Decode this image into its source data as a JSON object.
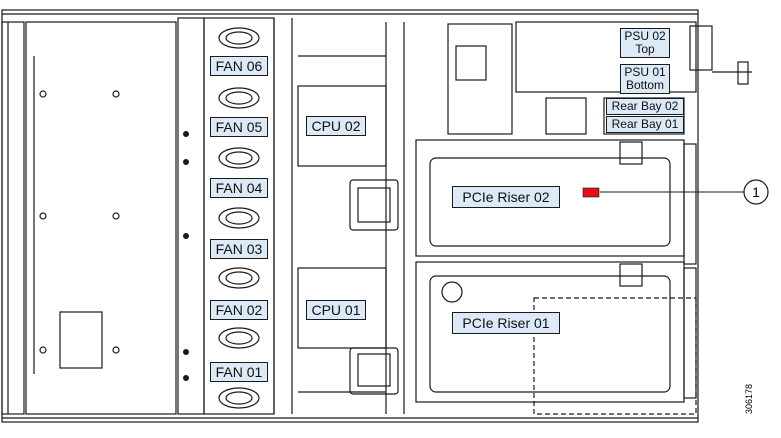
{
  "labels": {
    "fans": [
      "FAN 06",
      "FAN 05",
      "FAN 04",
      "FAN 03",
      "FAN 02",
      "FAN 01"
    ],
    "cpu_top": "CPU 02",
    "cpu_bottom": "CPU 01",
    "psu02_line1": "PSU 02",
    "psu02_line2": "Top",
    "psu01_line1": "PSU 01",
    "psu01_line2": "Bottom",
    "rear_bay_02": "Rear Bay 02",
    "rear_bay_01": "Rear Bay 01",
    "riser_02": "PCIe Riser 02",
    "riser_01": "PCIe Riser 01"
  },
  "callout": {
    "number": "1",
    "marker_color": "#e3101a"
  },
  "figure_id": "306178",
  "colors": {
    "label_fill": "#dce9f7",
    "line": "#1a1a1a"
  }
}
